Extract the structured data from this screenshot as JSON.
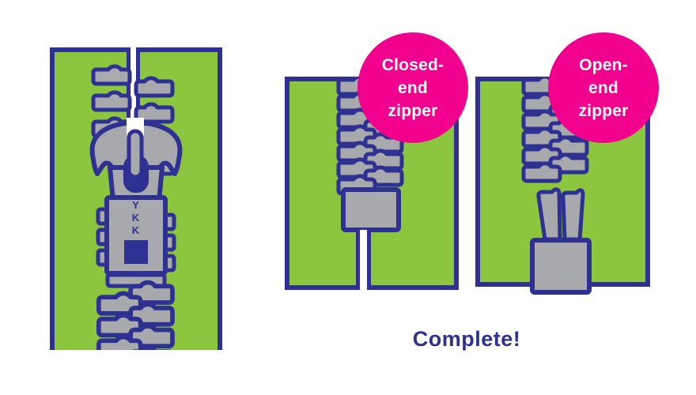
{
  "caption": {
    "text": "Complete!"
  },
  "badges": {
    "closed_end": {
      "label": "Closed-\nend\nzipper"
    },
    "open_end": {
      "label": "Open-\nend\nzipper"
    }
  },
  "detail_zipper": {
    "slider_brand": "YKK"
  },
  "icons": {
    "detail_zipper": "zipper-closeup-illustration",
    "closed_end_zipper": "closed-end-zipper-illustration",
    "open_end_zipper": "open-end-zipper-illustration"
  },
  "colors": {
    "fabric_green": "#8CC63F",
    "outline_navy": "#2E3192",
    "metal_gray": "#A7A9AC",
    "badge_pink": "#F0008C",
    "badge_text_white": "#FFFFFF"
  }
}
